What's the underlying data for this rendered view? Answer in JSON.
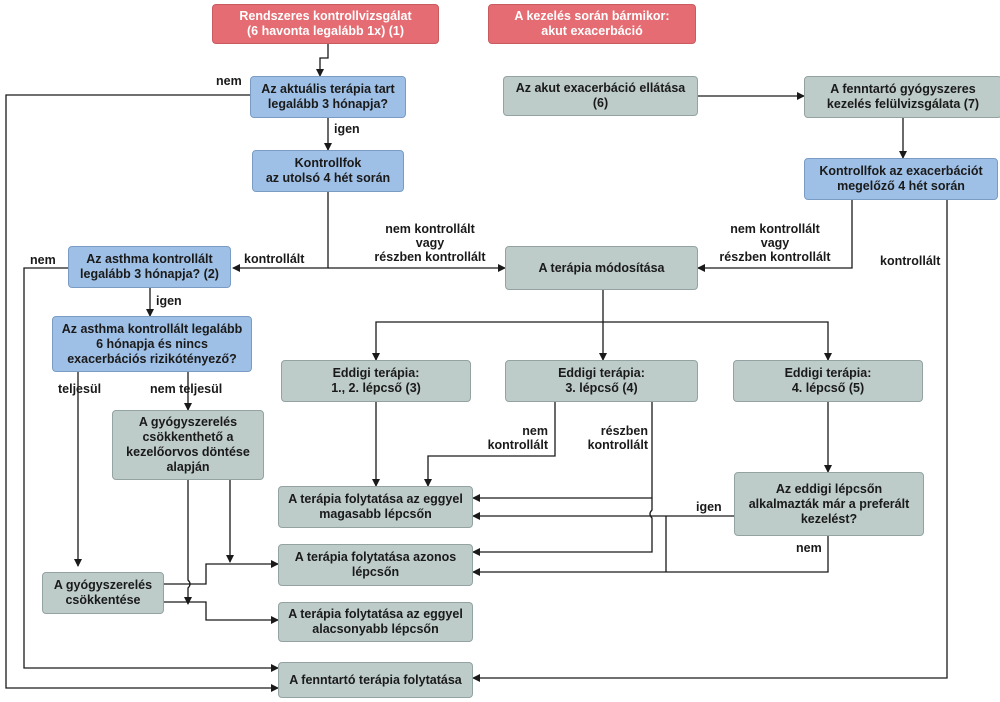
{
  "nodes": {
    "kontroll_vizsgalat": "Rendszeres kontrollvizsgálat\n(6 havonta legalább 1x) (1)",
    "kezeles_barmikor": "A kezelés során bármikor:\nakut exacerbáció",
    "terapia_3_honap": "Az aktuális terápia tart\nlegalább 3 hónapja?",
    "akut_ellatas": "Az akut exacerbáció ellátása\n(6)",
    "fenntarto_felulvizsgalat": "A fenntartó gyógyszeres\nkezelés felülvizsgálata (7)",
    "kontrollfok_4het": "Kontrollfok\naz utolsó 4 hét során",
    "kontrollfok_exacerbacio": "Kontrollfok az exacerbációt\nmegelőző 4 hét során",
    "asthma_kontrollalt_3": "Az asthma kontrollált\nlegalább 3 hónapja? (2)",
    "terapia_modositasa": "A terápia módosítása",
    "asthma_kontrollalt_6": "Az asthma kontrollált legalább\n6 hónapja és nincs\nexacerbációs rizikótényező?",
    "eddigi_12": "Eddigi terápia:\n1., 2. lépcső (3)",
    "eddigi_3": "Eddigi terápia:\n3. lépcső (4)",
    "eddigi_4": "Eddigi terápia:\n4. lépcső (5)",
    "gyogyszereles_csokkentheto": "A gyógyszerelés\ncsökkenthető a\nkezelőorvos döntése\nalapján",
    "folytatas_magasabb": "A terápia folytatása az eggyel\nmagasabb lépcsőn",
    "eddigi_lepcson_preferalt": "Az eddigi lépcsőn\nalkalmazták már a preferált\nkezelést?",
    "folytatas_azonos": "A terápia folytatása azonos\nlépcsőn",
    "gyogyszereles_csokkentese": "A gyógyszerelés\ncsökkentése",
    "folytatas_alacsonyabb": "A terápia folytatása az eggyel\nalacsonyabb lépcsőn",
    "fenntarto_folytatasa": "A fenntartó terápia folytatása"
  },
  "labels": {
    "nem_1": "nem",
    "igen_1": "igen",
    "kontrollalt_1": "kontrollált",
    "nem_kontrollalt_1": "nem kontrollált\nvagy\nrészben kontrollált",
    "nem_kontrollalt_2": "nem kontrollált\nvagy\nrészben kontrollált",
    "kontrollalt_2": "kontrollált",
    "nem_2": "nem",
    "igen_2": "igen",
    "teljesul": "teljesül",
    "nem_teljesul": "nem teljesül",
    "nem_kontrollalt_3": "nem\nkontrollált",
    "reszben_kontrollalt": "részben\nkontrollált",
    "igen_3": "igen",
    "nem_3": "nem"
  },
  "colors": {
    "red_box": "#e46c72",
    "blue_box": "#9fc0e6",
    "gray_box": "#bdcbc9",
    "line": "#1a1a1a"
  }
}
